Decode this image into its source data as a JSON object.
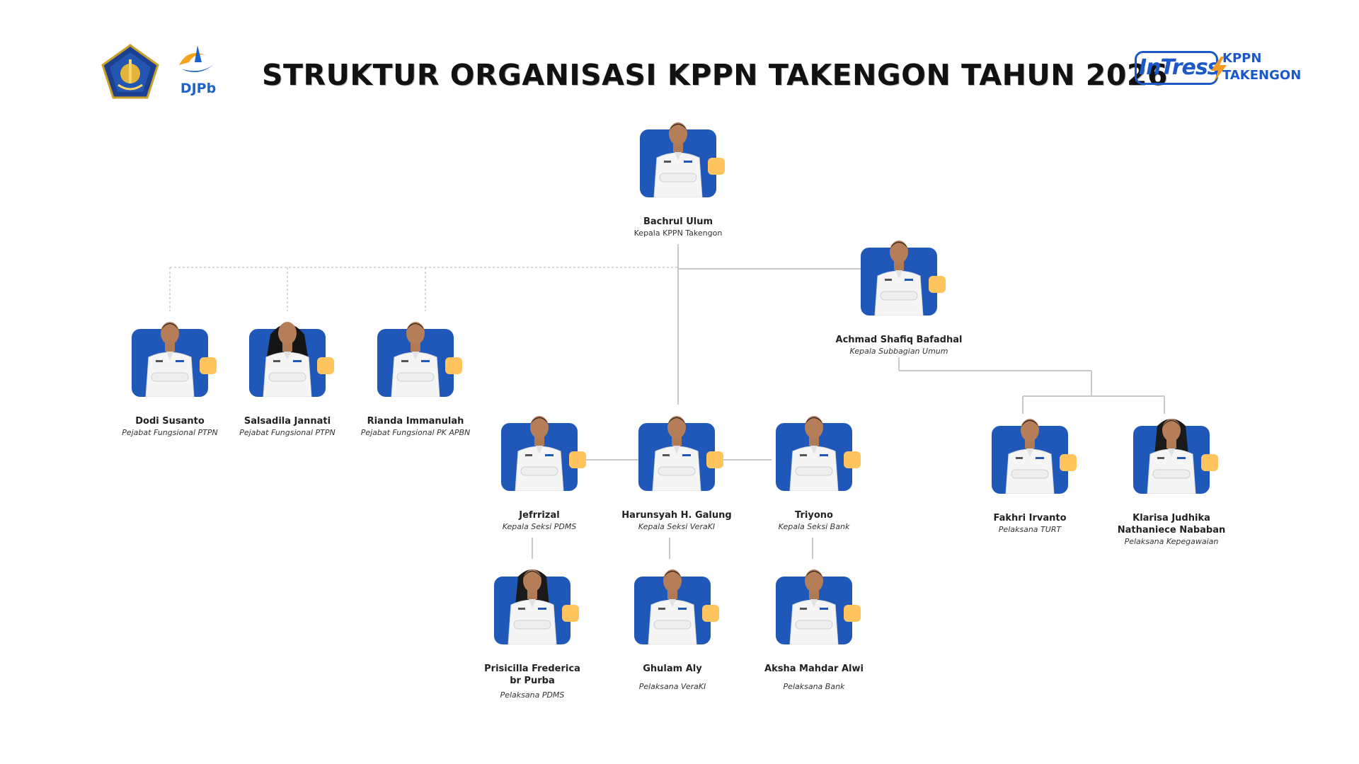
{
  "title": "STRUKTUR ORGANISASI KPPN TAKENGON TAHUN 2026",
  "logos": {
    "djpb_text": "DJPb",
    "intress_text": "InTress",
    "kppn_text": "KPPN",
    "takengon_text": "TAKENGON"
  },
  "colors": {
    "card_blue": "#1f58b8",
    "accent_yellow": "#ffc45e",
    "intress_blue": "#1d58c8",
    "intress_orange": "#f59a23"
  },
  "people": {
    "head": {
      "name": "Bachrul Ulum",
      "role": "Kepala KPPN Takengon"
    },
    "subbag": {
      "name": "Achmad Shafiq Bafadhal",
      "role": "Kepala Subbagian Umum"
    },
    "func1": {
      "name": "Dodi Susanto",
      "role": "Pejabat Fungsional PTPN"
    },
    "func2": {
      "name": "Salsadila Jannati",
      "role": "Pejabat Fungsional PTPN"
    },
    "func3": {
      "name": "Rianda Immanulah",
      "role": "Pejabat Fungsional PK APBN"
    },
    "pdms": {
      "name": "Jefrrizal",
      "role": "Kepala Seksi PDMS"
    },
    "veraki": {
      "name": "Harunsyah H. Galung",
      "role": "Kepala Seksi VeraKI"
    },
    "bank": {
      "name": "Triyono",
      "role": "Kepala Seksi Bank"
    },
    "turt": {
      "name": "Fakhri Irvanto",
      "role": "Pelaksana TURT"
    },
    "kepeg": {
      "name": "Klarisa Judhika Nathaniece Nababan",
      "role": "Pelaksana Kepegawaian"
    },
    "pel_pdms": {
      "name": "Prisicilla Frederica br Purba",
      "role": "Pelaksana PDMS"
    },
    "pel_veraki": {
      "name": "Ghulam Aly",
      "role": "Pelaksana VeraKI"
    },
    "pel_bank": {
      "name": "Aksha Mahdar Alwi",
      "role": "Pelaksana Bank"
    }
  }
}
